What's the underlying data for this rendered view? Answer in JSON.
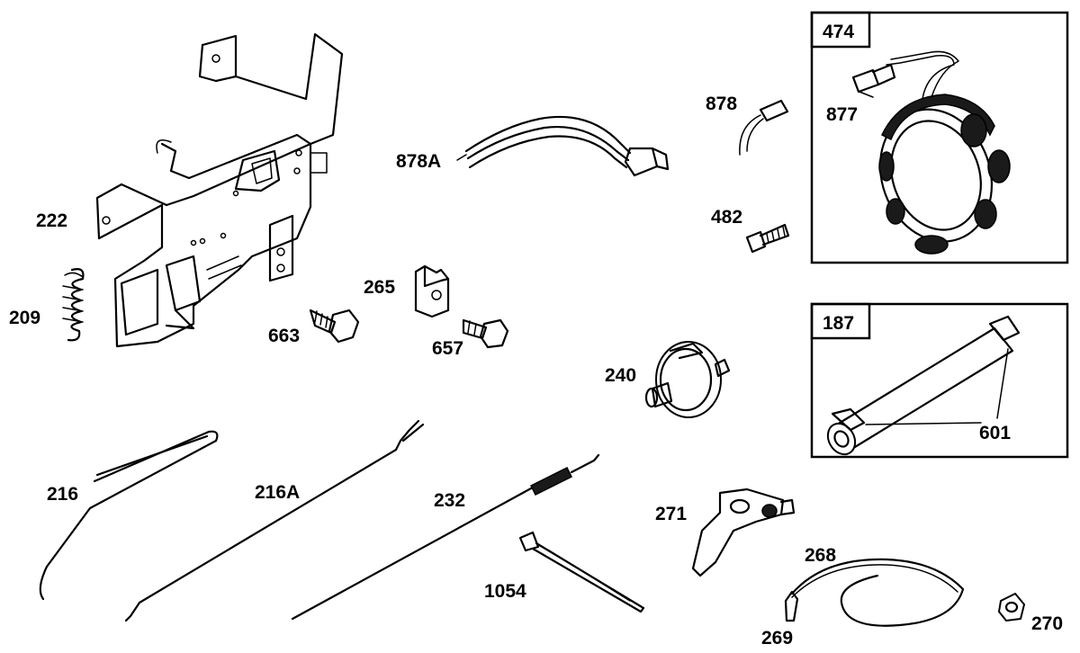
{
  "labels": {
    "p222": "222",
    "p209": "209",
    "p878A": "878A",
    "p878": "878",
    "p877": "877",
    "p474": "474",
    "p482": "482",
    "p265": "265",
    "p663": "663",
    "p657": "657",
    "p240": "240",
    "p187": "187",
    "p601": "601",
    "p216": "216",
    "p216A": "216A",
    "p232": "232",
    "p271": "271",
    "p1054": "1054",
    "p268": "268",
    "p269": "269",
    "p270": "270"
  }
}
